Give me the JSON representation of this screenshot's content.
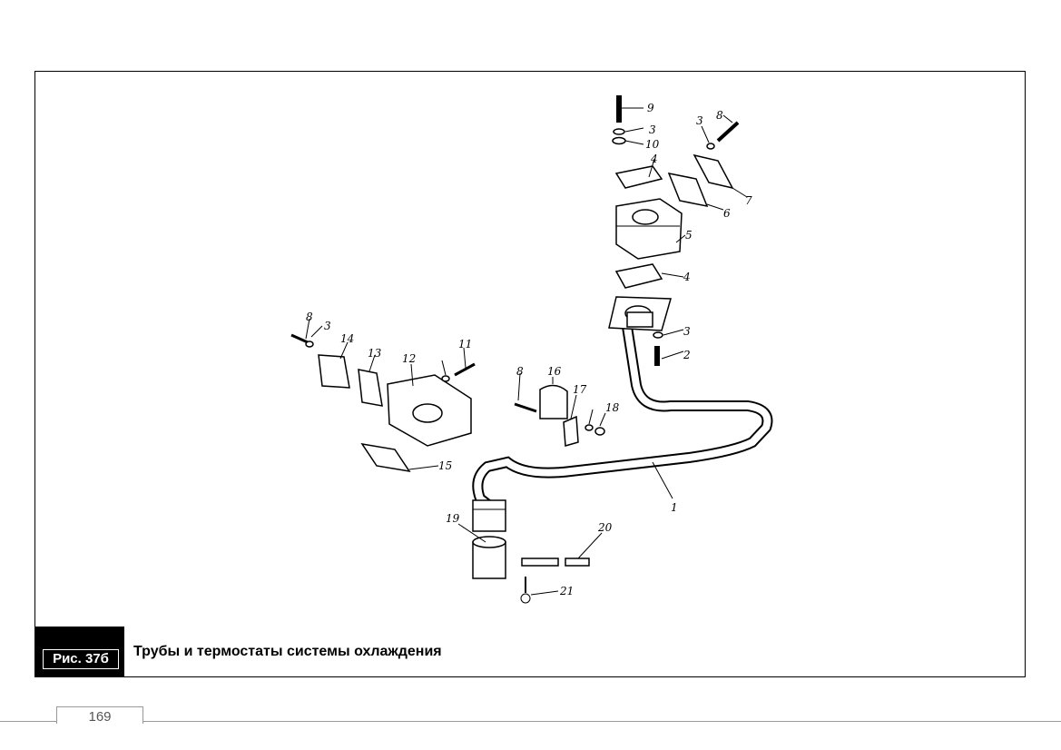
{
  "figure": {
    "number_label": "Рис. 37б",
    "caption": "Трубы и термостаты системы охлаждения"
  },
  "callouts": [
    "1",
    "2",
    "3",
    "3",
    "3",
    "3",
    "4",
    "4",
    "5",
    "6",
    "7",
    "8",
    "8",
    "8",
    "9",
    "10",
    "11",
    "12",
    "13",
    "14",
    "15",
    "16",
    "17",
    "18",
    "19",
    "20",
    "21"
  ],
  "footer": {
    "page_number": "169"
  }
}
